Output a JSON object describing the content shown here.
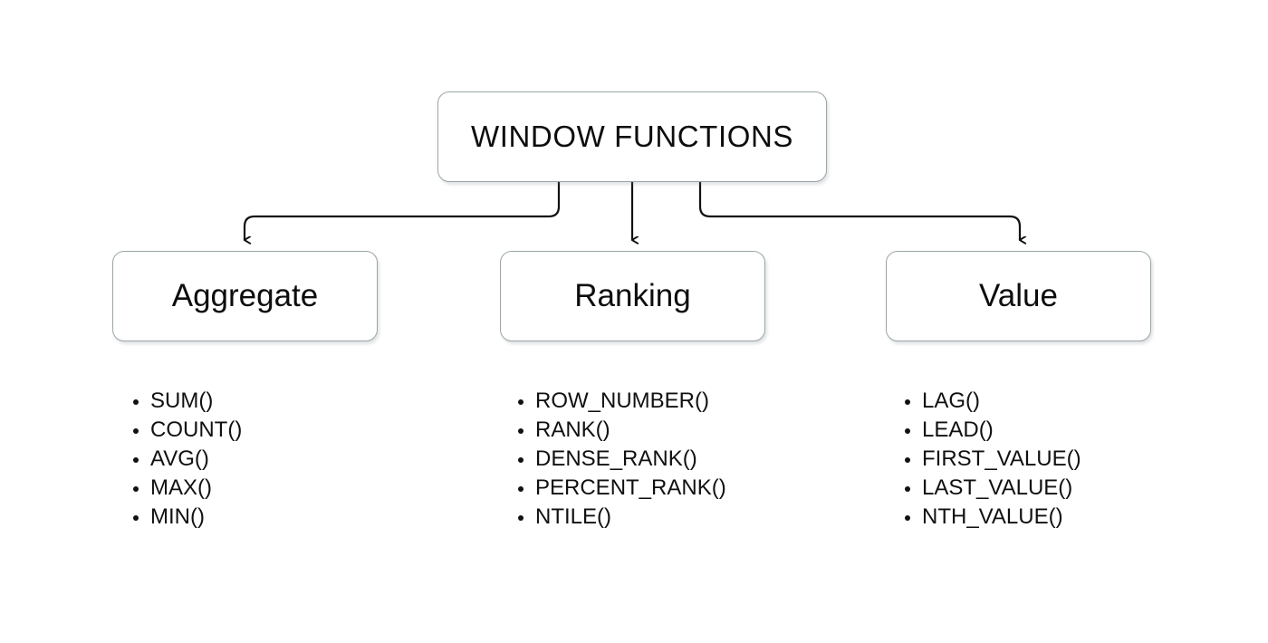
{
  "diagram": {
    "title": "WINDOW FUNCTIONS",
    "background_color": "#ffffff",
    "box_border_color": "#9aa5a8",
    "text_color": "#0d0d0d",
    "connector_color": "#111111",
    "root": {
      "label": "WINDOW FUNCTIONS"
    },
    "branches": [
      {
        "label": "Aggregate",
        "functions": [
          "SUM()",
          "COUNT()",
          "AVG()",
          "MAX()",
          "MIN()"
        ]
      },
      {
        "label": "Ranking",
        "functions": [
          "ROW_NUMBER()",
          "RANK()",
          "DENSE_RANK()",
          "PERCENT_RANK()",
          "NTILE()"
        ]
      },
      {
        "label": "Value",
        "functions": [
          "LAG()",
          "LEAD()",
          "FIRST_VALUE()",
          "LAST_VALUE()",
          "NTH_VALUE()"
        ]
      }
    ]
  }
}
